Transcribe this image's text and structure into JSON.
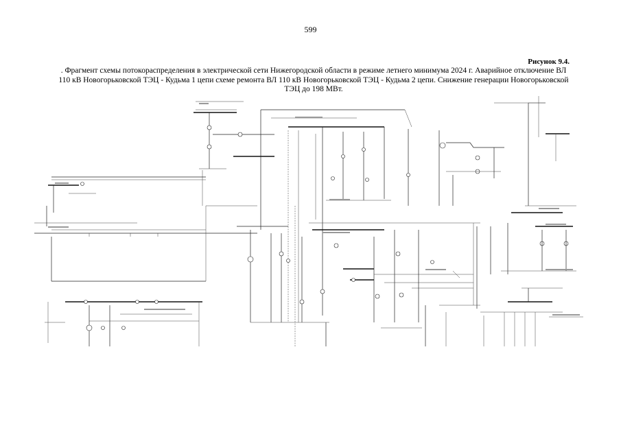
{
  "page": {
    "number": "599"
  },
  "figure": {
    "label": "Рисунок 9.4.",
    "caption_lines": [
      ". Фрагмент схемы потокораспределения в электрической сети Нижегородской области в режиме летнего минимума 2024 г. Аварийное отключение ВЛ",
      "110 кВ Новогорьковской ТЭЦ - Кудьма 1 цепи схеме ремонта ВЛ 110 кВ Новогорьковской ТЭЦ - Кудьма 2 цепи. Снижение генерации Новогорьковской",
      "ТЭЦ до 198 МВт."
    ]
  }
}
